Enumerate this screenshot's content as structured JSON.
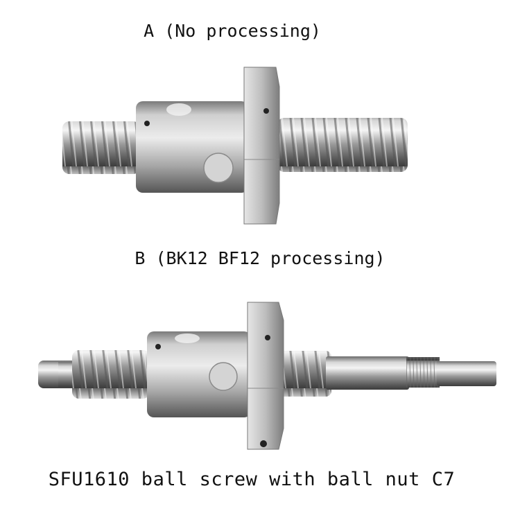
{
  "labels": {
    "a": "A (No processing)",
    "b": "B (BK12 BF12 processing)",
    "c": "SFU1610 ball screw with ball nut C7"
  }
}
